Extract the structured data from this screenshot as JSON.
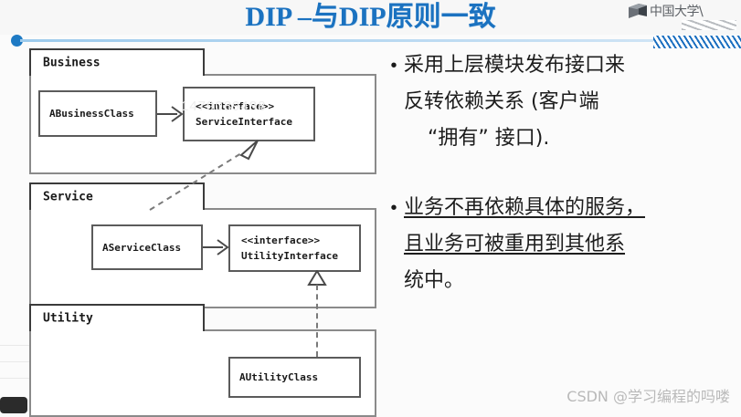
{
  "slide": {
    "title": "DIP –与DIP原则一致",
    "background_color": "#fbfbfb",
    "title_color": "#1b72c0"
  },
  "logo": {
    "icon": "book-icon",
    "text": "中国大学\\"
  },
  "diagram": {
    "watermark": "1479089488",
    "packages": [
      {
        "name": "Business",
        "classes": [
          {
            "name": "ABusinessClass",
            "stereotype": ""
          },
          {
            "name": "ServiceInterface",
            "stereotype": "<<interface>>"
          }
        ]
      },
      {
        "name": "Service",
        "classes": [
          {
            "name": "AServiceClass",
            "stereotype": ""
          },
          {
            "name": "UtilityInterface",
            "stereotype": "<<interface>>"
          }
        ]
      },
      {
        "name": "Utility",
        "classes": [
          {
            "name": "AUtilityClass",
            "stereotype": ""
          }
        ]
      }
    ]
  },
  "bullets": [
    {
      "marker": "•",
      "lines": [
        "采用上层模块发布接口来",
        "反转依赖关系 (客户端",
        "“拥有” 接口)."
      ]
    },
    {
      "marker": "•",
      "lines": [
        "业务不再依赖具体的服务，",
        "且业务可被重用到其他系",
        "统中。"
      ]
    }
  ],
  "footer": {
    "csdn_watermark": "CSDN @学习编程的吗喽"
  }
}
